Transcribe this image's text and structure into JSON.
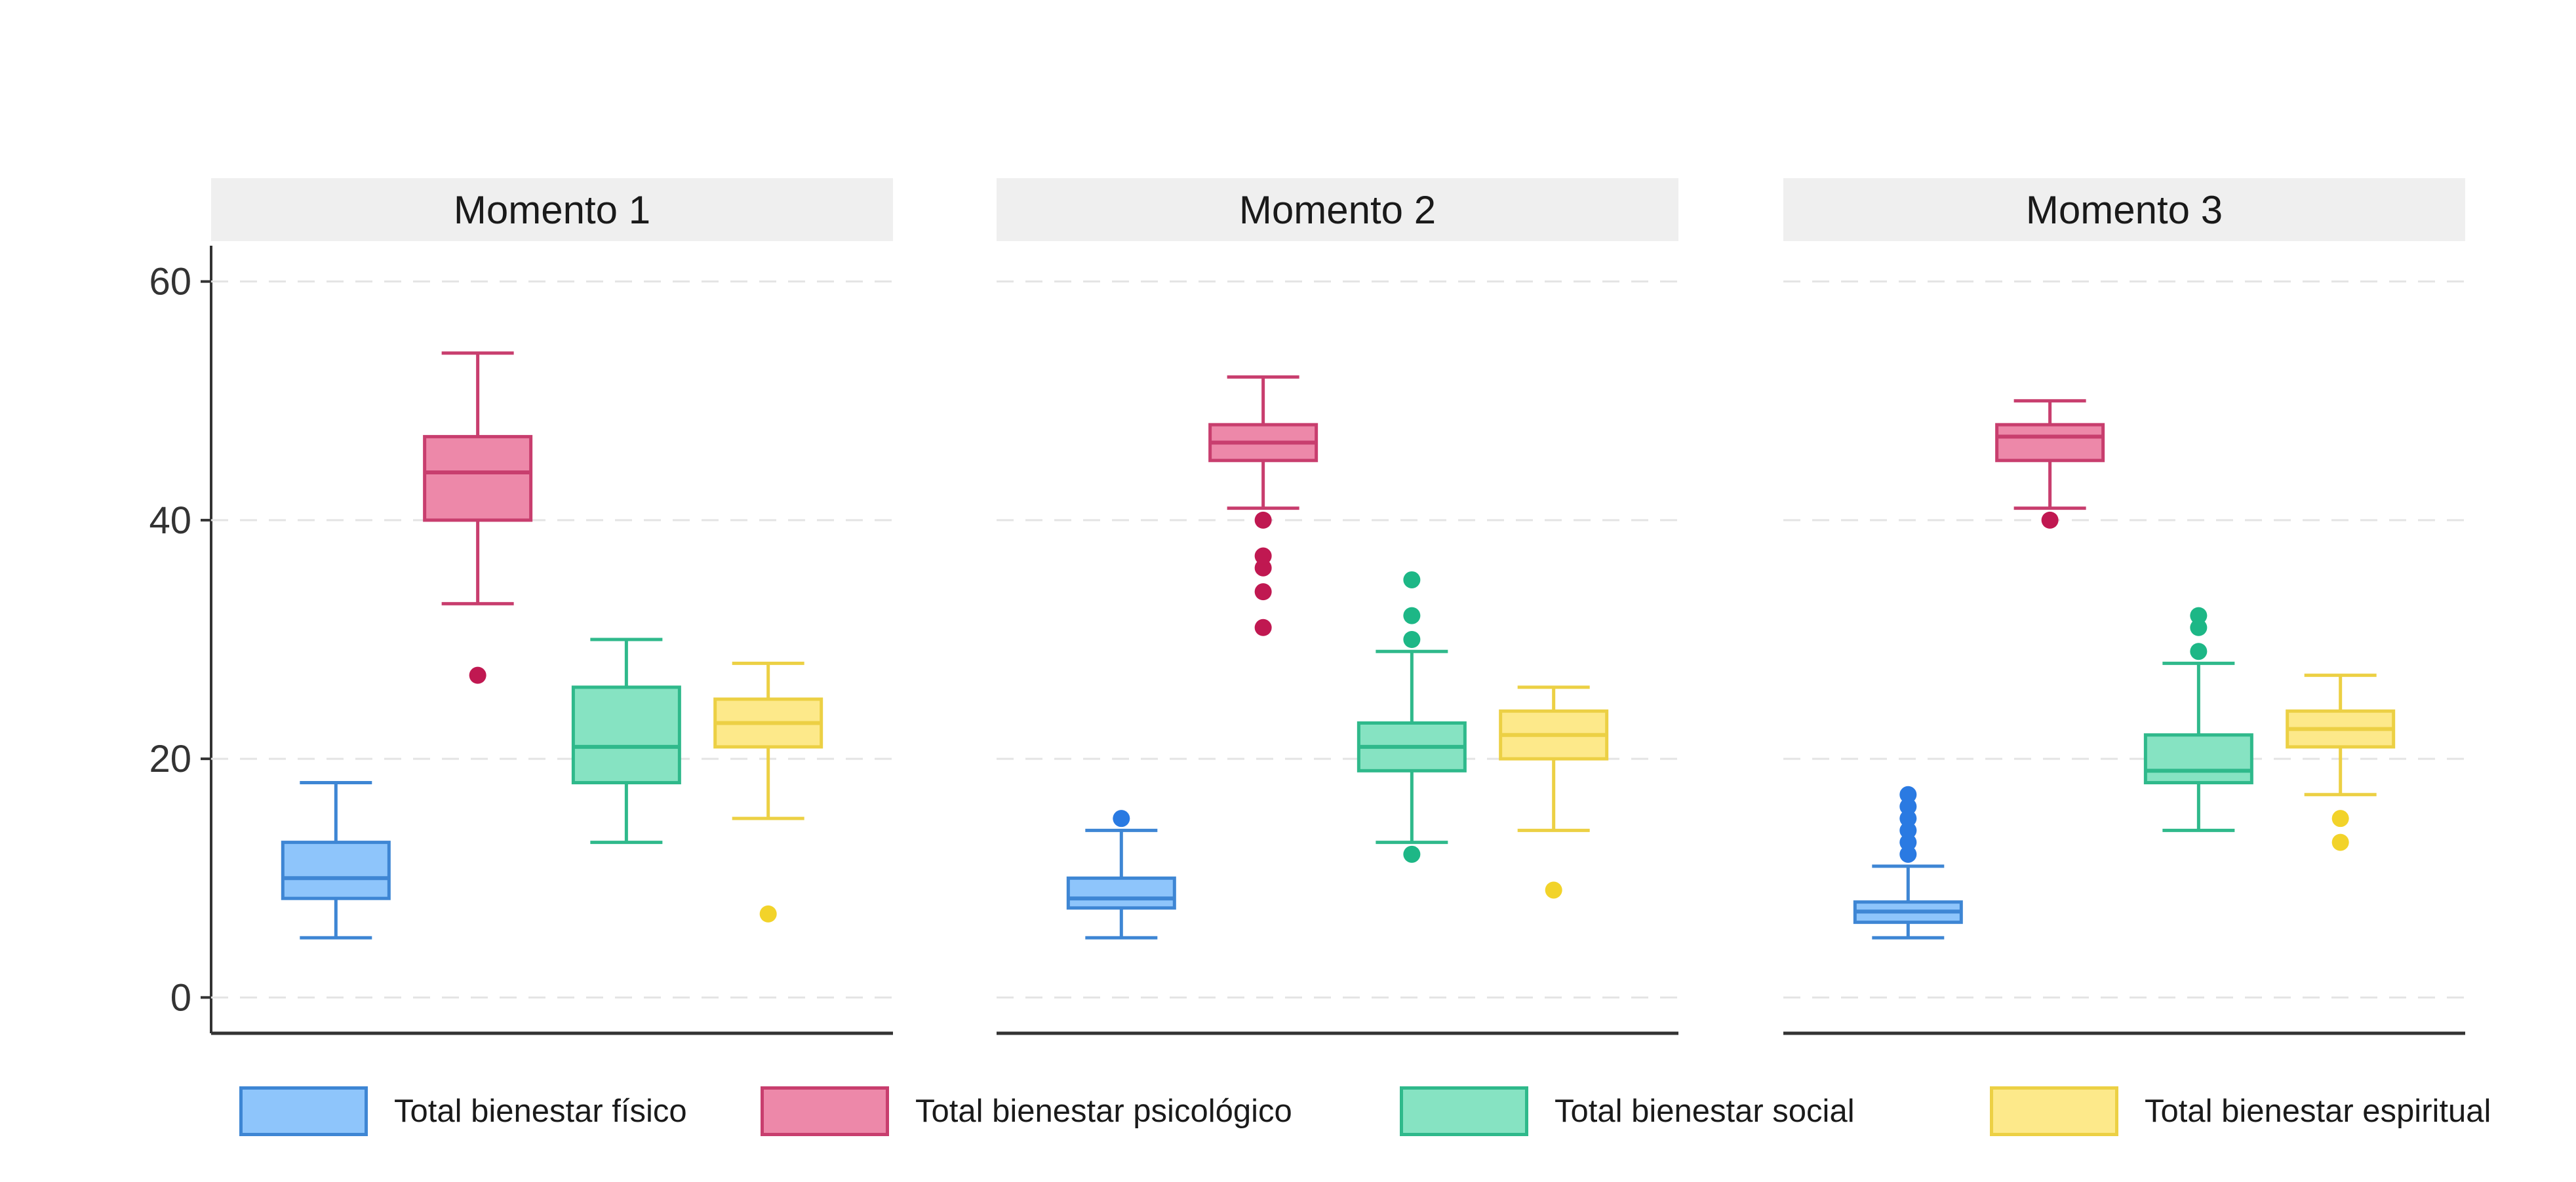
{
  "chart_data": {
    "type": "box",
    "y_ticks": [
      0,
      20,
      40,
      60
    ],
    "ylim": [
      -3,
      63
    ],
    "grid": true,
    "legend_position": "bottom",
    "panels": [
      {
        "title": "Momento 1",
        "boxes": [
          {
            "series": "fisico",
            "min": 5,
            "q1": 8.3,
            "median": 10,
            "q3": 13,
            "max": 18,
            "outliers": []
          },
          {
            "series": "psicologico",
            "min": 33,
            "q1": 40,
            "median": 44,
            "q3": 47,
            "max": 54,
            "outliers": [
              27
            ]
          },
          {
            "series": "social",
            "min": 13,
            "q1": 18,
            "median": 21,
            "q3": 26,
            "max": 30,
            "outliers": []
          },
          {
            "series": "espiritual",
            "min": 15,
            "q1": 21,
            "median": 23,
            "q3": 25,
            "max": 28,
            "outliers": [
              7
            ]
          }
        ]
      },
      {
        "title": "Momento 2",
        "boxes": [
          {
            "series": "fisico",
            "min": 5,
            "q1": 7.5,
            "median": 8.3,
            "q3": 10,
            "max": 14,
            "outliers": [
              15
            ]
          },
          {
            "series": "psicologico",
            "min": 41,
            "q1": 45,
            "median": 46.5,
            "q3": 48,
            "max": 52,
            "outliers": [
              31,
              34,
              36,
              37,
              40
            ]
          },
          {
            "series": "social",
            "min": 13,
            "q1": 19,
            "median": 21,
            "q3": 23,
            "max": 29,
            "outliers": [
              12,
              30,
              32,
              35
            ]
          },
          {
            "series": "espiritual",
            "min": 14,
            "q1": 20,
            "median": 22,
            "q3": 24,
            "max": 26,
            "outliers": [
              9
            ]
          }
        ]
      },
      {
        "title": "Momento 3",
        "boxes": [
          {
            "series": "fisico",
            "min": 5,
            "q1": 6.3,
            "median": 7.2,
            "q3": 8,
            "max": 11,
            "outliers": [
              12,
              13,
              14,
              15,
              16,
              17
            ]
          },
          {
            "series": "psicologico",
            "min": 41,
            "q1": 45,
            "median": 47,
            "q3": 48,
            "max": 50,
            "outliers": [
              40
            ]
          },
          {
            "series": "social",
            "min": 14,
            "q1": 18,
            "median": 19,
            "q3": 22,
            "max": 28,
            "outliers": [
              29,
              31,
              32
            ]
          },
          {
            "series": "espiritual",
            "min": 17,
            "q1": 21,
            "median": 22.5,
            "q3": 24,
            "max": 27,
            "outliers": [
              13,
              15
            ]
          }
        ]
      }
    ],
    "series": [
      {
        "key": "fisico",
        "name": "Total bienestar físico",
        "fill": "#8ec5fb",
        "stroke": "#3e86d4",
        "outlier": "#2a7ae2"
      },
      {
        "key": "psicologico",
        "name": "Total bienestar psicológico",
        "fill": "#ed88a9",
        "stroke": "#c83e6e",
        "outlier": "#c01851"
      },
      {
        "key": "social",
        "name": "Total bienestar social",
        "fill": "#86e3c2",
        "stroke": "#2fb98b",
        "outlier": "#1db786"
      },
      {
        "key": "espiritual",
        "name": "Total bienestar espiritual",
        "fill": "#fde98a",
        "stroke": "#ecd044",
        "outlier": "#f2d32a"
      }
    ]
  }
}
